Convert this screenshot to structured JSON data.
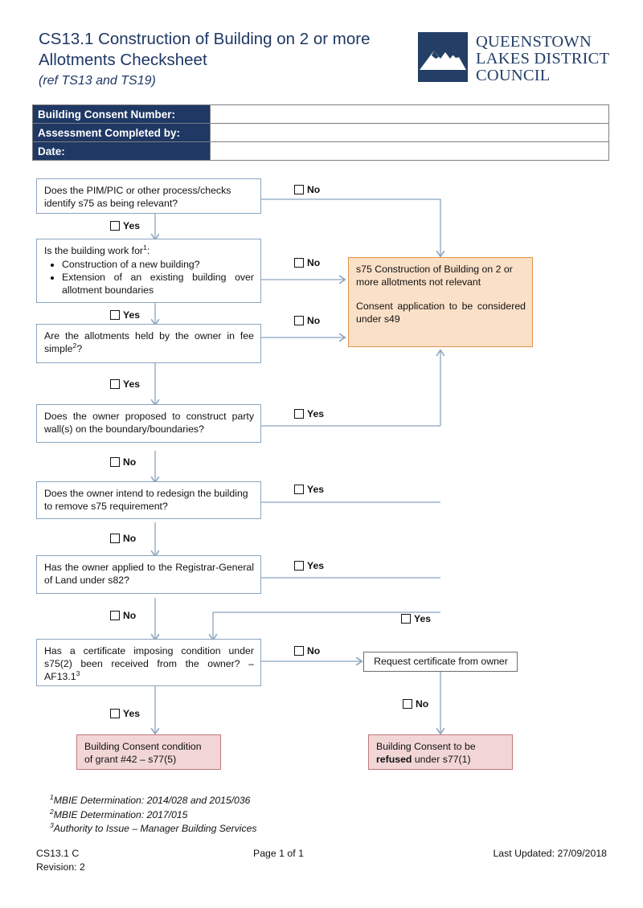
{
  "header": {
    "title": "CS13.1 Construction of Building on 2 or more Allotments Checksheet",
    "subtitle": "(ref TS13 and TS19)",
    "logo": {
      "line1": "QUEENSTOWN",
      "line2": "LAKES DISTRICT",
      "line3": "COUNCIL",
      "mark_color": "#243f66"
    }
  },
  "info_table": {
    "rows": [
      {
        "label": "Building Consent Number:",
        "value": ""
      },
      {
        "label": "Assessment Completed by:",
        "value": ""
      },
      {
        "label": "Date:",
        "value": ""
      }
    ]
  },
  "flow": {
    "q1": "Does the PIM/PIC or other process/checks identify s75 as being relevant?",
    "q2_lead": "Is the building work for",
    "q2_sup": "1",
    "q2_colon": ":",
    "q2_items": [
      "Construction of a new building?",
      "Extension of an existing building over allotment boundaries"
    ],
    "q3_a": "Are the allotments held by the owner in fee simple",
    "q3_sup": "2",
    "q3_b": "?",
    "q4": "Does the owner proposed to construct party wall(s) on the boundary/boundaries?",
    "q5": "Does the owner intend to redesign the building to remove s75 requirement?",
    "q6": "Has the owner applied to the Registrar-General of Land under s82?",
    "q7_a": "Has a certificate imposing condition under s75(2) been received from the owner? – AF13.1",
    "q7_sup": "3",
    "orange_p1": "s75 Construction of Building on 2 or more allotments not relevant",
    "orange_p2": "Consent application to be considered under s49",
    "gray_box": "Request certificate from owner",
    "pink_left_l1": "Building Consent condition",
    "pink_left_l2": "of grant #42 – s77(5)",
    "pink_right_l1": "Building Consent to be",
    "pink_right_l2_bold": "refused",
    "pink_right_l2_rest": " under s77(1)"
  },
  "labels": {
    "yes": "Yes",
    "no": "No"
  },
  "footnotes": [
    {
      "sup": "1",
      "text": "MBIE Determination: 2014/028 and 2015/036"
    },
    {
      "sup": "2",
      "text": "MBIE Determination: 2017/015"
    },
    {
      "sup": "3",
      "text": "Authority to Issue – Manager Building Services"
    }
  ],
  "footer": {
    "doc_code": "CS13.1 C",
    "revision": "Revision: 2",
    "page": "Page 1 of 1",
    "updated": "Last Updated: 27/09/2018"
  },
  "colors": {
    "brand_navy": "#1F3864",
    "flow_line": "#8ba5bf",
    "orange_fill": "#fbe0c8",
    "pink_fill": "#f2d6d6"
  }
}
